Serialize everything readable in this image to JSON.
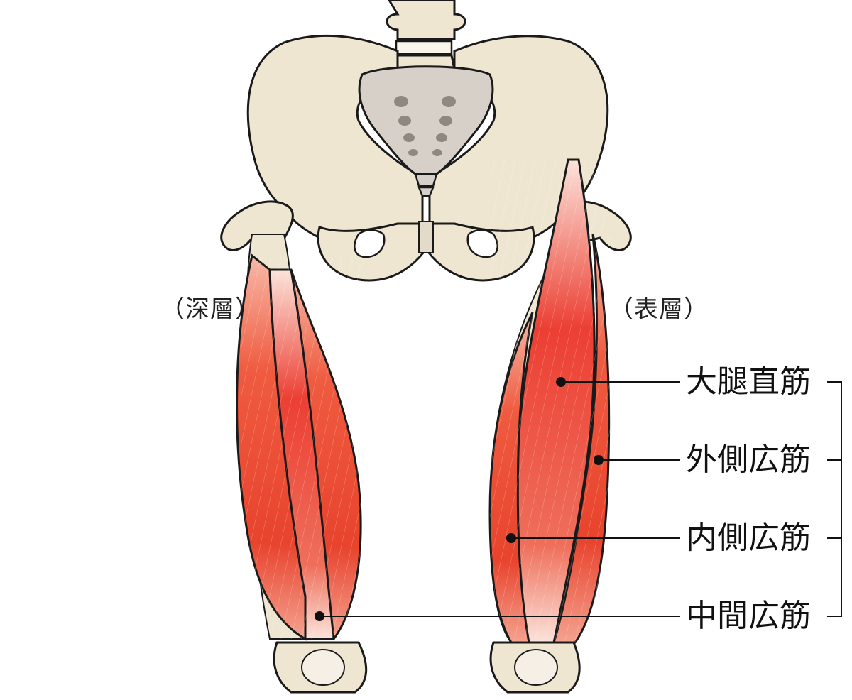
{
  "layers": {
    "deep": "（深層）",
    "superficial": "（表層）"
  },
  "muscles": [
    {
      "id": "rectus-femoris",
      "label": "大腿直筋"
    },
    {
      "id": "vastus-lateralis",
      "label": "外側広筋"
    },
    {
      "id": "vastus-medialis",
      "label": "内側広筋"
    },
    {
      "id": "vastus-intermedius",
      "label": "中間広筋"
    }
  ],
  "colors": {
    "bone": "#EFE6D2",
    "bone_outline": "#1A1A1A",
    "sacrum": "#D6D0C8",
    "muscle": "#E8432D",
    "muscle_light": "#F3A08A",
    "tendon": "#F6EFE6",
    "text": "#111111"
  }
}
